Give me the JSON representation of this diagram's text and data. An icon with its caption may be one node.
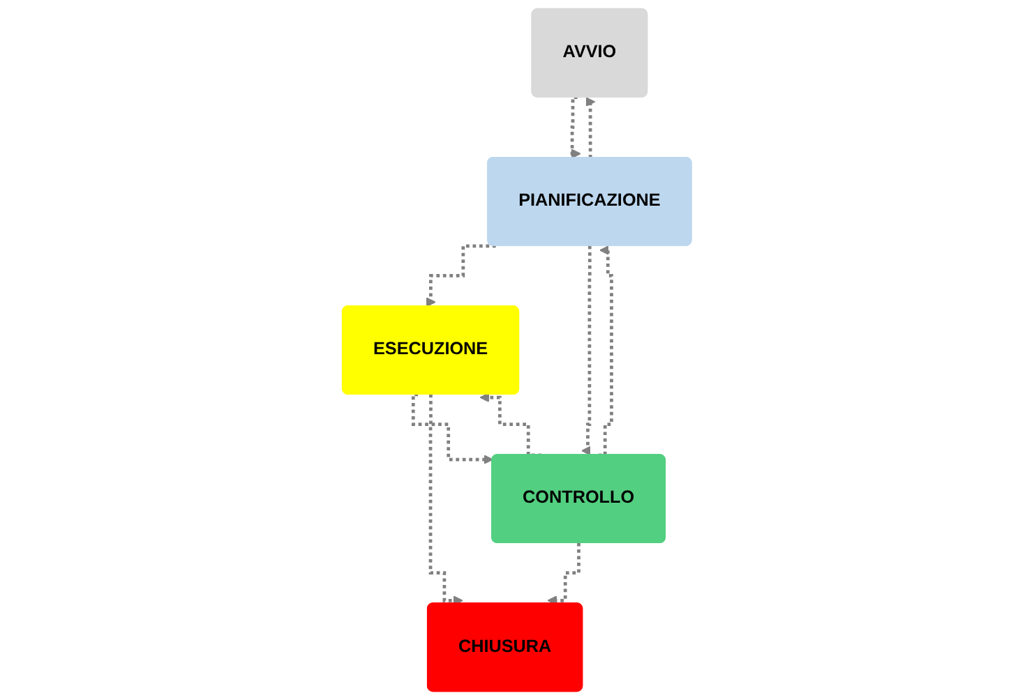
{
  "diagram": {
    "nodes": [
      {
        "text": [
          "AVVIO"
        ]
      },
      {
        "text": [
          "PIANIFICAZIONE"
        ]
      },
      {
        "text": [
          "ESECUZIONE"
        ]
      },
      {
        "text": [
          "CONTROLLO"
        ]
      },
      {
        "text": [
          "CHIUSURA"
        ]
      }
    ],
    "edges": [
      {
        "from": 0,
        "to": 1,
        "arrow": "to",
        "style": "dashed"
      },
      {
        "from": 1,
        "to": 0,
        "arrow": "to",
        "style": "dashed"
      },
      {
        "from": 1,
        "to": 2,
        "arrow": "to",
        "style": "dashed"
      },
      {
        "from": 1,
        "to": 3,
        "arrow": "to",
        "style": "dashed"
      },
      {
        "from": 3,
        "to": 1,
        "arrow": "to",
        "style": "dashed"
      },
      {
        "from": 2,
        "to": 3,
        "arrow": "to",
        "style": "dashed"
      },
      {
        "from": 3,
        "to": 2,
        "arrow": "to",
        "style": "dashed"
      },
      {
        "from": 2,
        "to": 4,
        "arrow": "to",
        "style": "dashed"
      },
      {
        "from": 3,
        "to": 4,
        "arrow": "to",
        "style": "dashed"
      }
    ]
  }
}
